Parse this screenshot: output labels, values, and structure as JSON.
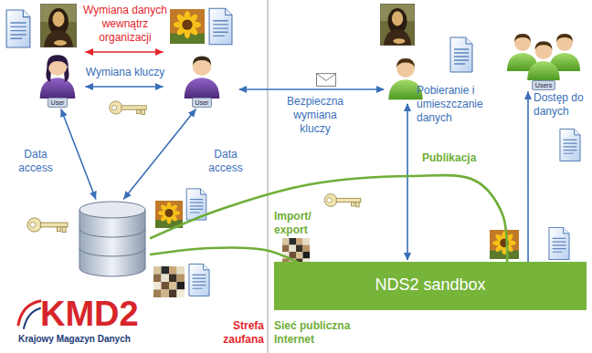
{
  "diagram": {
    "nodes": [
      {
        "text": [
          "User"
        ]
      },
      {
        "text": [
          "User"
        ]
      },
      {
        "text": [
          "Users"
        ]
      },
      {
        "text": [
          "KMD2",
          "Krajowy Magazyn Danych"
        ]
      },
      {
        "text": [
          "NDS2 sandbox"
        ]
      }
    ],
    "edges": [
      {
        "from": 0,
        "to": 1,
        "label": "Wymiana danych wewnątrz organizacji",
        "arrow": "both"
      },
      {
        "from": 0,
        "to": 1,
        "label": "Wymiana kluczy",
        "arrow": "both"
      },
      {
        "from": 0,
        "to": 3,
        "label": "Data access",
        "arrow": "both"
      },
      {
        "from": 1,
        "to": 3,
        "label": "Data access",
        "arrow": "both"
      },
      {
        "from": 3,
        "to": 4,
        "label": "Import/ export",
        "arrow": "none"
      },
      {
        "from": 3,
        "to": 4,
        "label": "Publikacja",
        "arrow": "none"
      },
      {
        "from": 4,
        "to": 2,
        "label": "Dostęp do danych",
        "arrow": "to"
      }
    ],
    "labels": [
      "Bezpieczna wymiana kluczy",
      "Pobieranie i umieszczanie danych",
      "Strefa zaufana",
      "Sieć publiczna Internet"
    ]
  }
}
